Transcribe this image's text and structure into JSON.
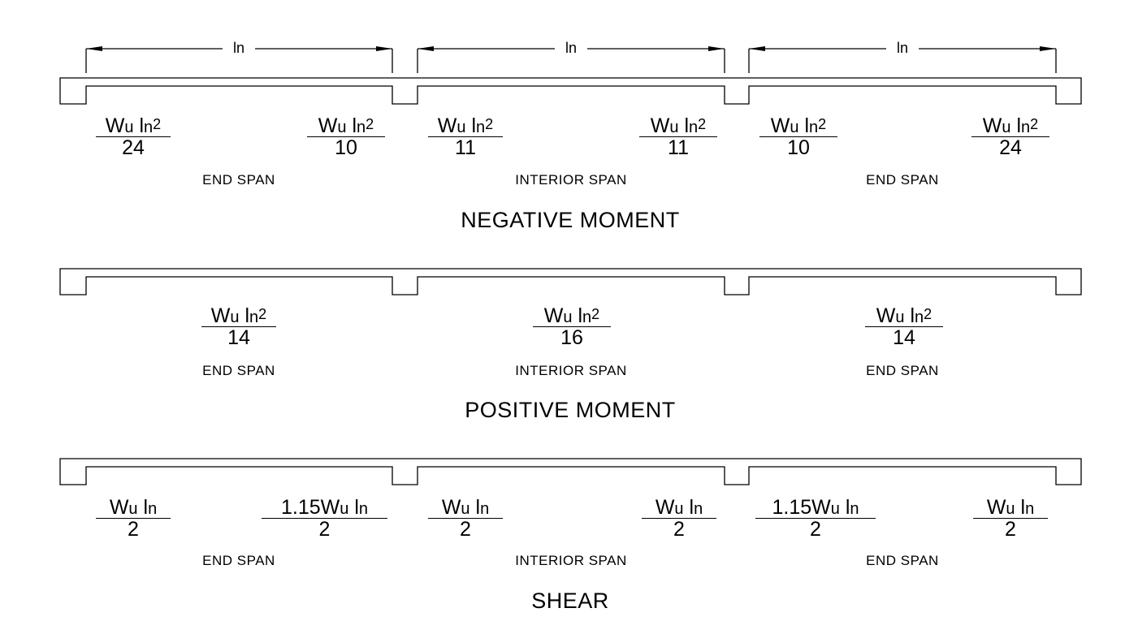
{
  "dimension_label": "ln",
  "dimension_labels": [
    "ln",
    "ln",
    "ln"
  ],
  "sections": [
    {
      "title": "NEGATIVE MOMENT",
      "span_labels": [
        "END SPAN",
        "INTERIOR SPAN",
        "END SPAN"
      ],
      "fractions": [
        {
          "w": "W",
          "u": "u",
          "l": "l",
          "n": "n",
          "exp": "2",
          "prefix": "",
          "den": "24"
        },
        {
          "w": "W",
          "u": "u",
          "l": "l",
          "n": "n",
          "exp": "2",
          "prefix": "",
          "den": "10"
        },
        {
          "w": "W",
          "u": "u",
          "l": "l",
          "n": "n",
          "exp": "2",
          "prefix": "",
          "den": "11"
        },
        {
          "w": "W",
          "u": "u",
          "l": "l",
          "n": "n",
          "exp": "2",
          "prefix": "",
          "den": "11"
        },
        {
          "w": "W",
          "u": "u",
          "l": "l",
          "n": "n",
          "exp": "2",
          "prefix": "",
          "den": "10"
        },
        {
          "w": "W",
          "u": "u",
          "l": "l",
          "n": "n",
          "exp": "2",
          "prefix": "",
          "den": "24"
        }
      ]
    },
    {
      "title": "POSITIVE MOMENT",
      "span_labels": [
        "END SPAN",
        "INTERIOR SPAN",
        "END SPAN"
      ],
      "fractions": [
        {
          "w": "W",
          "u": "u",
          "l": "l",
          "n": "n",
          "exp": "2",
          "prefix": "",
          "den": "14"
        },
        {
          "w": "W",
          "u": "u",
          "l": "l",
          "n": "n",
          "exp": "2",
          "prefix": "",
          "den": "16"
        },
        {
          "w": "W",
          "u": "u",
          "l": "l",
          "n": "n",
          "exp": "2",
          "prefix": "",
          "den": "14"
        }
      ]
    },
    {
      "title": "SHEAR",
      "span_labels": [
        "END SPAN",
        "INTERIOR SPAN",
        "END SPAN"
      ],
      "fractions": [
        {
          "w": "W",
          "u": "u",
          "l": "l",
          "n": "n",
          "exp": "",
          "prefix": "",
          "den": "2"
        },
        {
          "w": "W",
          "u": "u",
          "l": "l",
          "n": "n",
          "exp": "",
          "prefix": "1.15",
          "den": "2"
        },
        {
          "w": "W",
          "u": "u",
          "l": "l",
          "n": "n",
          "exp": "",
          "prefix": "",
          "den": "2"
        },
        {
          "w": "W",
          "u": "u",
          "l": "l",
          "n": "n",
          "exp": "",
          "prefix": "",
          "den": "2"
        },
        {
          "w": "W",
          "u": "u",
          "l": "l",
          "n": "n",
          "exp": "",
          "prefix": "1.15",
          "den": "2"
        },
        {
          "w": "W",
          "u": "u",
          "l": "l",
          "n": "n",
          "exp": "",
          "prefix": "",
          "den": "2"
        }
      ]
    }
  ]
}
